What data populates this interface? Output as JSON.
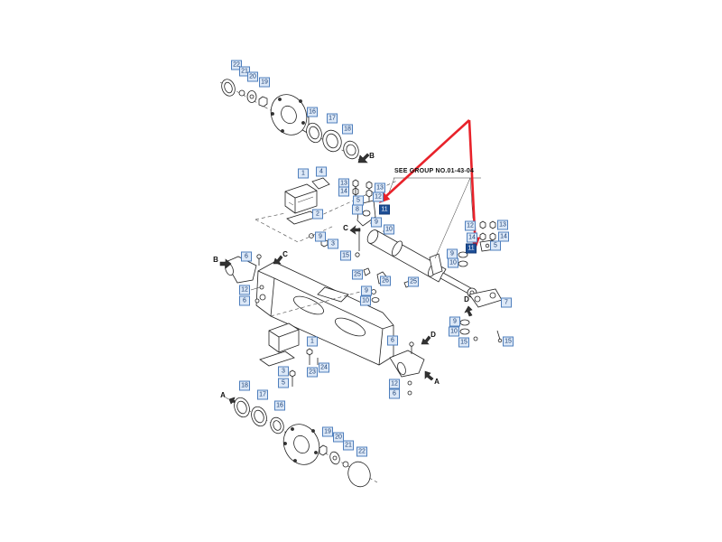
{
  "diagram": {
    "reference_note": "SEE GROUP NO.01-43-04",
    "colors": {
      "callout_border": "#4f7fbd",
      "callout_fill": "#dce8f7",
      "callout_text": "#1b3f74",
      "highlight_fill": "#1d4f97",
      "pointer_arrows": "#e8222a",
      "line_art": "#222222"
    },
    "callouts": [
      "22",
      "21",
      "20",
      "19",
      "16",
      "17",
      "18",
      "1",
      "4",
      "13",
      "14",
      "13",
      "12",
      "5",
      "8",
      "11",
      "2",
      "9",
      "10",
      "9",
      "3",
      "15",
      "6",
      "12",
      "6",
      "25",
      "26",
      "25",
      "9",
      "10",
      "1",
      "6",
      "23",
      "24",
      "3",
      "5",
      "12",
      "6",
      "12",
      "13",
      "14",
      "14",
      "11",
      "5",
      "9",
      "10",
      "7",
      "9",
      "10",
      "15",
      "15",
      "18",
      "17",
      "16",
      "19",
      "20",
      "21",
      "22"
    ],
    "view_markers": [
      "B",
      "B",
      "C",
      "C",
      "D",
      "D",
      "A",
      "A"
    ]
  }
}
